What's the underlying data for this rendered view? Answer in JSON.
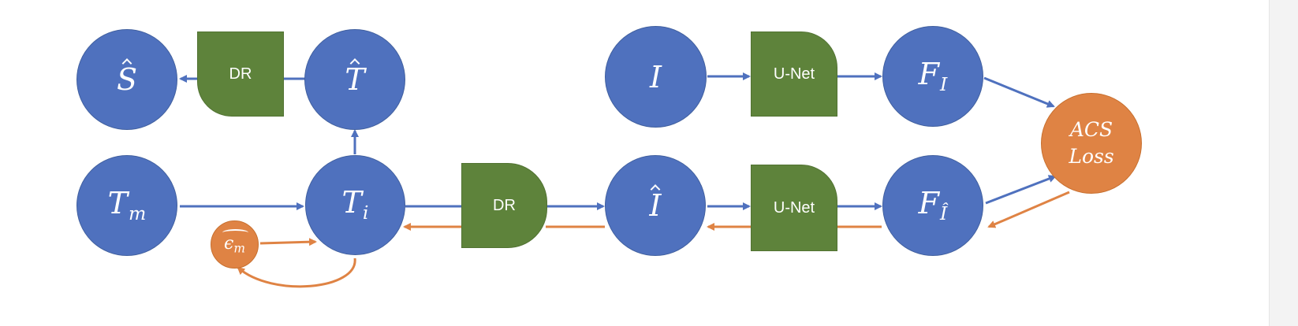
{
  "nodes": {
    "s_hat": {
      "base": "S",
      "hat": true
    },
    "t_hat": {
      "base": "T",
      "hat": true
    },
    "t_m": {
      "base": "T",
      "sub": "m"
    },
    "t_i": {
      "base": "T",
      "sub": "i"
    },
    "eps_m": {
      "base": "ϵ",
      "sub": "m"
    },
    "i": {
      "base": "I"
    },
    "i_hat": {
      "base": "I",
      "hat": true
    },
    "f_i": {
      "base": "F",
      "sub": "I"
    },
    "f_i_hat": {
      "base": "F",
      "sub": "Î"
    },
    "acs_loss": {
      "line1": "ACS",
      "line2": "Loss"
    }
  },
  "boxes": {
    "dr_top": "DR",
    "dr_mid": "DR",
    "unet_top": "U-Net",
    "unet_bottom": "U-Net"
  },
  "colors": {
    "node_blue": "#4f71be",
    "box_green": "#5e833b",
    "loss_orange": "#df8344",
    "forward_arrow": "#4f71be",
    "backward_arrow": "#df8344"
  }
}
